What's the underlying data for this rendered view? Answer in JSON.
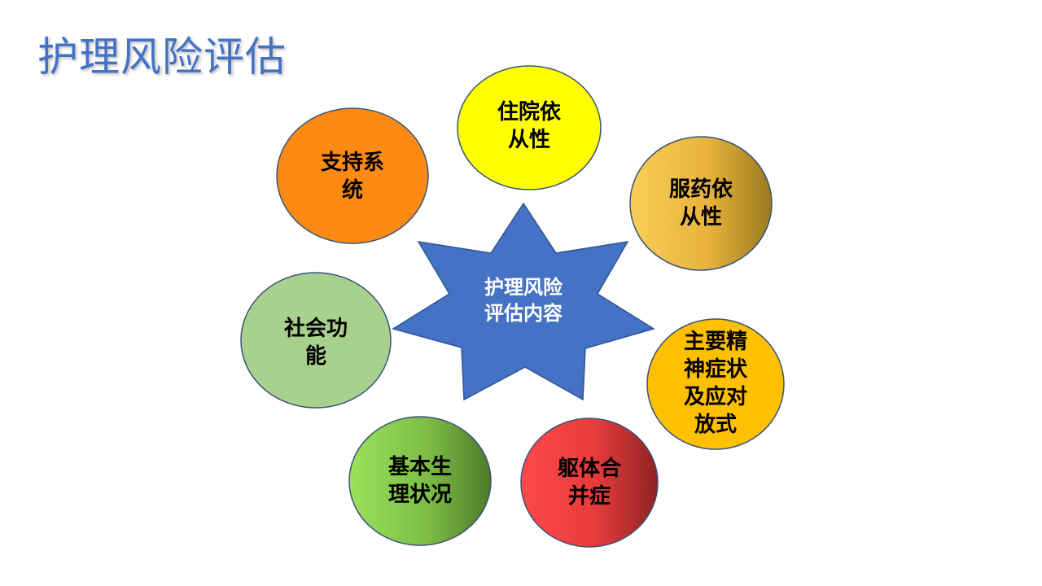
{
  "title": "护理风险评估",
  "center": {
    "lines": [
      "护理风险",
      "评估内容"
    ],
    "color": "#4472c4"
  },
  "nodes": [
    {
      "id": "hospital-compliance",
      "lines": [
        "住院依",
        "从性"
      ],
      "fill": "#ffff00"
    },
    {
      "id": "medication-compliance",
      "lines": [
        "服药依",
        "从性"
      ],
      "fill": "gold-gradient"
    },
    {
      "id": "psychiatric-symptoms",
      "lines": [
        "主要精",
        "神症状",
        "及应对",
        "放式"
      ],
      "fill": "#ffc000"
    },
    {
      "id": "physical-comorbidity",
      "lines": [
        "躯体合",
        "并症"
      ],
      "fill": "red-gradient"
    },
    {
      "id": "basic-physiology",
      "lines": [
        "基本生",
        "理状况"
      ],
      "fill": "green-gradient"
    },
    {
      "id": "social-function",
      "lines": [
        "社会功",
        "能"
      ],
      "fill": "#a9d18e"
    },
    {
      "id": "support-system",
      "lines": [
        "支持系",
        "统"
      ],
      "fill": "#fc8a15"
    }
  ]
}
